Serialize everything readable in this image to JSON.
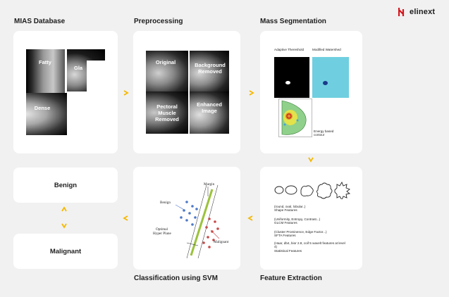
{
  "brand": {
    "name": "elinext",
    "color": "#d4161c"
  },
  "accent_color": "#f5b800",
  "stages": {
    "mias": {
      "title": "MIAS Database",
      "labels": {
        "fatty": "Fatty",
        "glandular": "Gla",
        "dense": "Dense"
      }
    },
    "preprocessing": {
      "title": "Preprocessing",
      "labels": {
        "original": "Original",
        "background": "Background Removed",
        "pectoral": "Pectoral Muscle Removed",
        "enhanced": "Enhanced Image"
      }
    },
    "segmentation": {
      "title": "Mass Segmentation",
      "labels": {
        "adaptive": "Adaptive Thereshold",
        "modified": "Modified Watershed",
        "energy": "Energy based contour"
      }
    },
    "feature_extraction": {
      "title": "Feature Extraction",
      "features": [
        {
          "detail": "(round, oval, lobular..)",
          "name": "Shape Features"
        },
        {
          "detail": "(Uniformity, Entropy, Contrast...)",
          "name": "GLCM Features"
        },
        {
          "detail": "(Cluster Prominence, Edge Factor...)",
          "name": "SFTA Features"
        },
        {
          "detail": "(Haar, db4, bior 2.8, coif 5 wavelt features at level 4)",
          "name": "Statistical Features"
        }
      ]
    },
    "classification": {
      "title": "Classification using SVM",
      "labels": {
        "benign": "Benign",
        "margin": "Margin",
        "optimal": "Optimal",
        "hyperplane": "Hyper Plane",
        "malignant": "Malignant"
      }
    }
  },
  "outcomes": {
    "benign": "Benign",
    "malignant": "Malignant"
  },
  "icons": {
    "arrow_right": "chevron-right-icon",
    "arrow_left": "chevron-left-icon",
    "arrow_down": "chevron-down-icon",
    "arrow_up": "chevron-up-icon",
    "brand": "elinext-logo-icon"
  }
}
